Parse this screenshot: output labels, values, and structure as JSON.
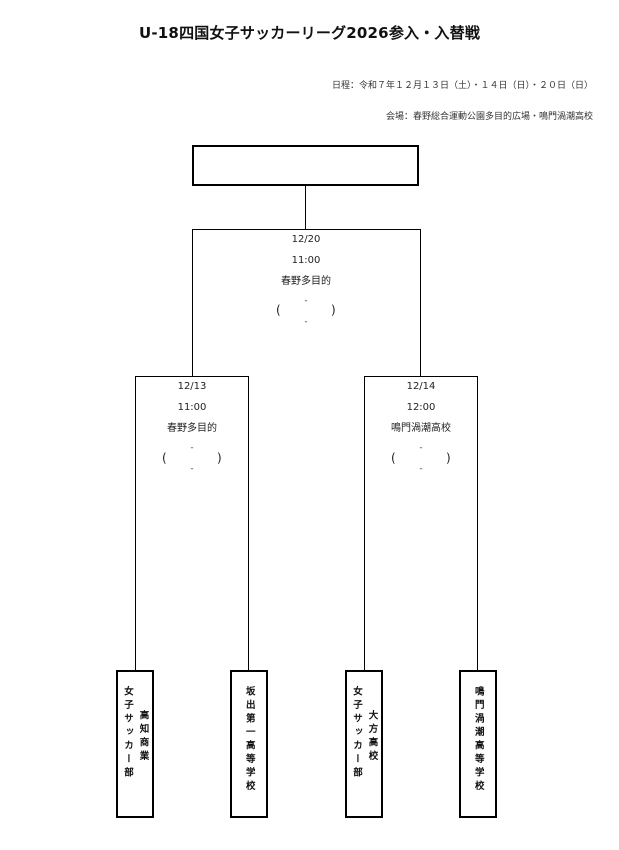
{
  "title": "U-18四国女子サッカーリーグ2026参入・入替戦",
  "schedule": "日程：令和７年１２月１３日（土）・１４日（日）・２０日（日）",
  "venue": "会場：春野総合運動公園多目的広場・鳴門渦潮高校",
  "final": {
    "date": "12/20",
    "time": "11:00",
    "place": "春野多目的",
    "score_top": "-",
    "score_bottom": "-",
    "paren_open": "(",
    "paren_close": ")"
  },
  "semi_left": {
    "date": "12/13",
    "time": "11:00",
    "place": "春野多目的",
    "score_top": "-",
    "score_bottom": "-",
    "paren_open": "(",
    "paren_close": ")"
  },
  "semi_right": {
    "date": "12/14",
    "time": "12:00",
    "place": "鳴門渦潮高校",
    "score_top": "-",
    "score_bottom": "-",
    "paren_open": "(",
    "paren_close": ")"
  },
  "teams": [
    {
      "line1": "高知商業",
      "line2": "女子サッカー部"
    },
    {
      "line1": "坂出第一高等学校",
      "line2": ""
    },
    {
      "line1": "大方高校",
      "line2": "女子サッカー部"
    },
    {
      "line1": "鳴門渦潮高等学校",
      "line2": ""
    }
  ]
}
